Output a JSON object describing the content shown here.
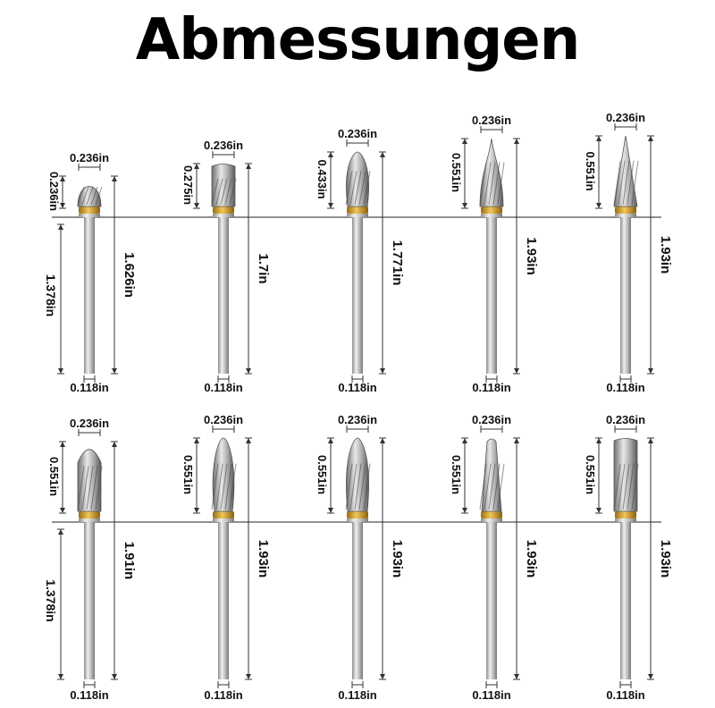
{
  "title": "Abmessungen",
  "colors": {
    "collar": "#c9961c",
    "shank_light": "#e4e4e4",
    "shank_dark": "#8c8c8c",
    "text": "#111111"
  },
  "rows": [
    {
      "shank_length_label": "1.378in",
      "bits": [
        {
          "shape": "ball",
          "head_width": "0.236in",
          "head_length": "0.236in",
          "total_length": "1.626in",
          "shank_diameter": "0.118in"
        },
        {
          "shape": "cylinder",
          "head_width": "0.236in",
          "head_length": "0.275in",
          "total_length": "1.7in",
          "shank_diameter": "0.118in"
        },
        {
          "shape": "oval",
          "head_width": "0.236in",
          "head_length": "0.433in",
          "total_length": "1.771in",
          "shank_diameter": "0.118in"
        },
        {
          "shape": "flame",
          "head_width": "0.236in",
          "head_length": "0.551in",
          "total_length": "1.93in",
          "shank_diameter": "0.118in"
        },
        {
          "shape": "cone",
          "head_width": "0.236in",
          "head_length": "0.551in",
          "total_length": "1.93in",
          "shank_diameter": "0.118in"
        }
      ]
    },
    {
      "shank_length_label": "1.378in",
      "bits": [
        {
          "shape": "bullet",
          "head_width": "0.236in",
          "head_length": "0.551in",
          "total_length": "1.91in",
          "shank_diameter": "0.118in"
        },
        {
          "shape": "tree",
          "head_width": "0.236in",
          "head_length": "0.551in",
          "total_length": "1.93in",
          "shank_diameter": "0.118in"
        },
        {
          "shape": "oval",
          "head_width": "0.236in",
          "head_length": "0.551in",
          "total_length": "1.93in",
          "shank_diameter": "0.118in"
        },
        {
          "shape": "taper",
          "head_width": "0.236in",
          "head_length": "0.551in",
          "total_length": "1.93in",
          "shank_diameter": "0.118in"
        },
        {
          "shape": "cylinder",
          "head_width": "0.236in",
          "head_length": "0.551in",
          "total_length": "1.93in",
          "shank_diameter": "0.118in"
        }
      ]
    }
  ]
}
